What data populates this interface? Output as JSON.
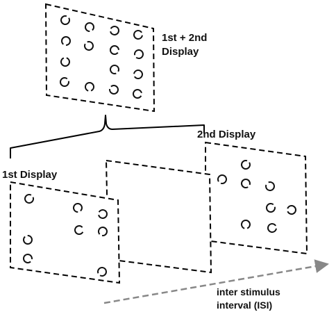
{
  "labels": {
    "combined_line1": "1st + 2nd",
    "combined_line2": "Display",
    "second_display": "2nd Display",
    "first_display": "1st Display",
    "isi_line1": "inter stimulus",
    "isi_line2": "interval (ISI)"
  },
  "colors": {
    "frame_stroke": "#000000",
    "dot_stroke": "#111111",
    "arrow": "#888888",
    "text": "#111111"
  }
}
